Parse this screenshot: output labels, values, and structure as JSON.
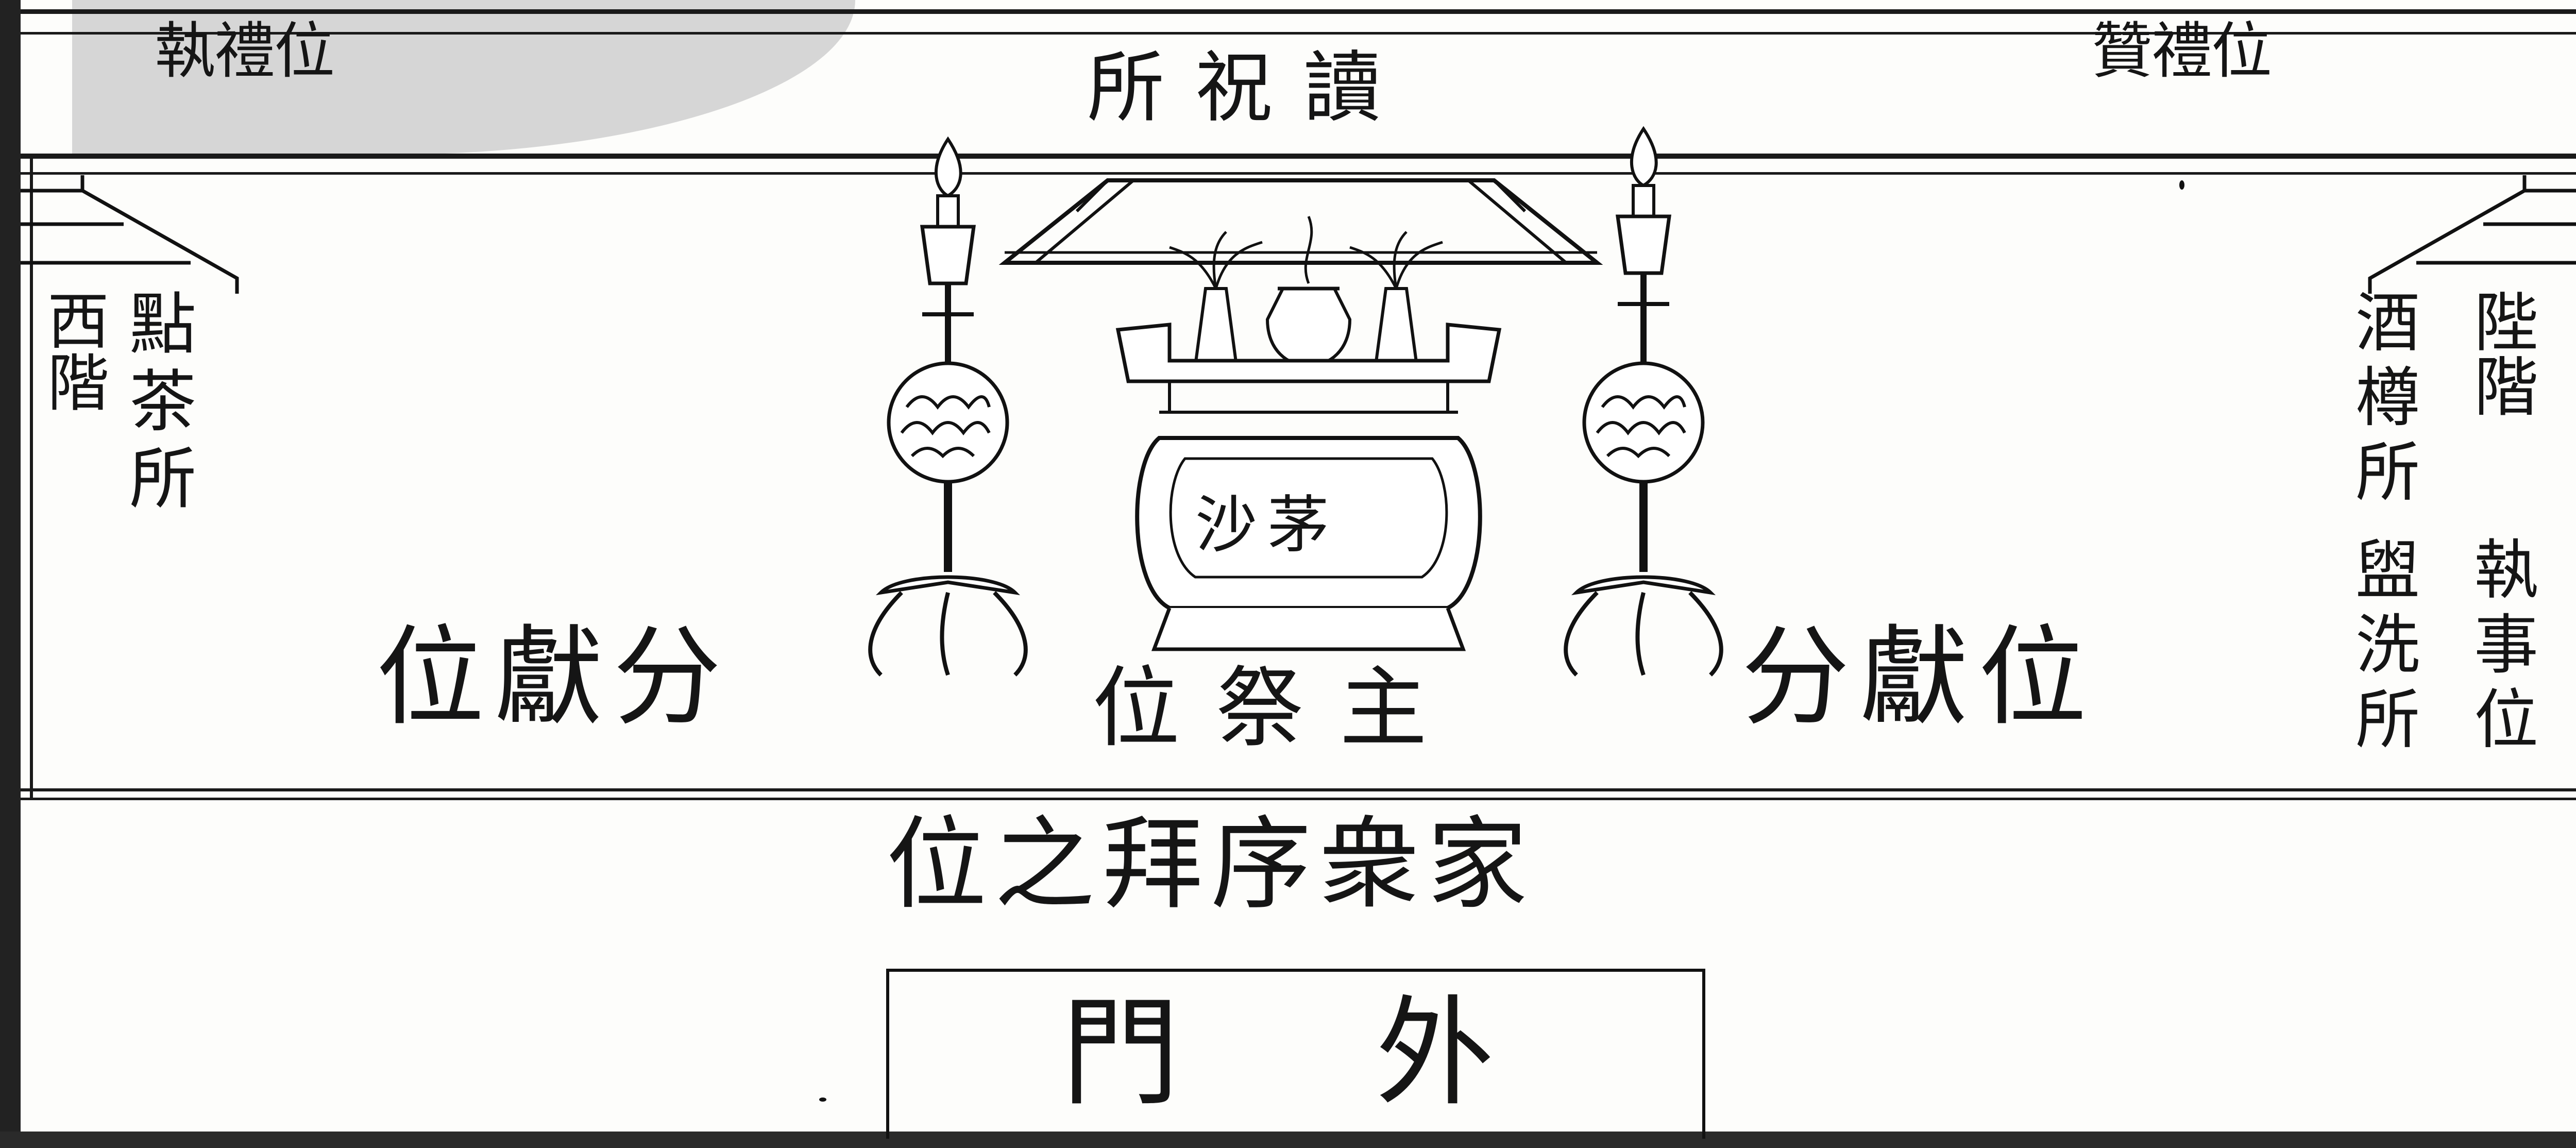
{
  "top_band": {
    "left_label": "執禮位",
    "center_label": "讀祝所",
    "right_label": "贊禮位"
  },
  "left_side": {
    "column_1": "西階",
    "column_2": "點茶所"
  },
  "right_side": {
    "column_1": "陛階",
    "column_2": "酒樽所",
    "column_3": "執事位",
    "column_4": "盥洗所"
  },
  "altar": {
    "sand_bowl_label": "茅沙"
  },
  "positions": {
    "left_sub_offerer": "分獻位",
    "chief_officiant": "主祭位",
    "right_sub_offerer": "分獻位"
  },
  "courtyard": {
    "assembly_label": "家衆序拜之位",
    "gate_label": "外門"
  }
}
